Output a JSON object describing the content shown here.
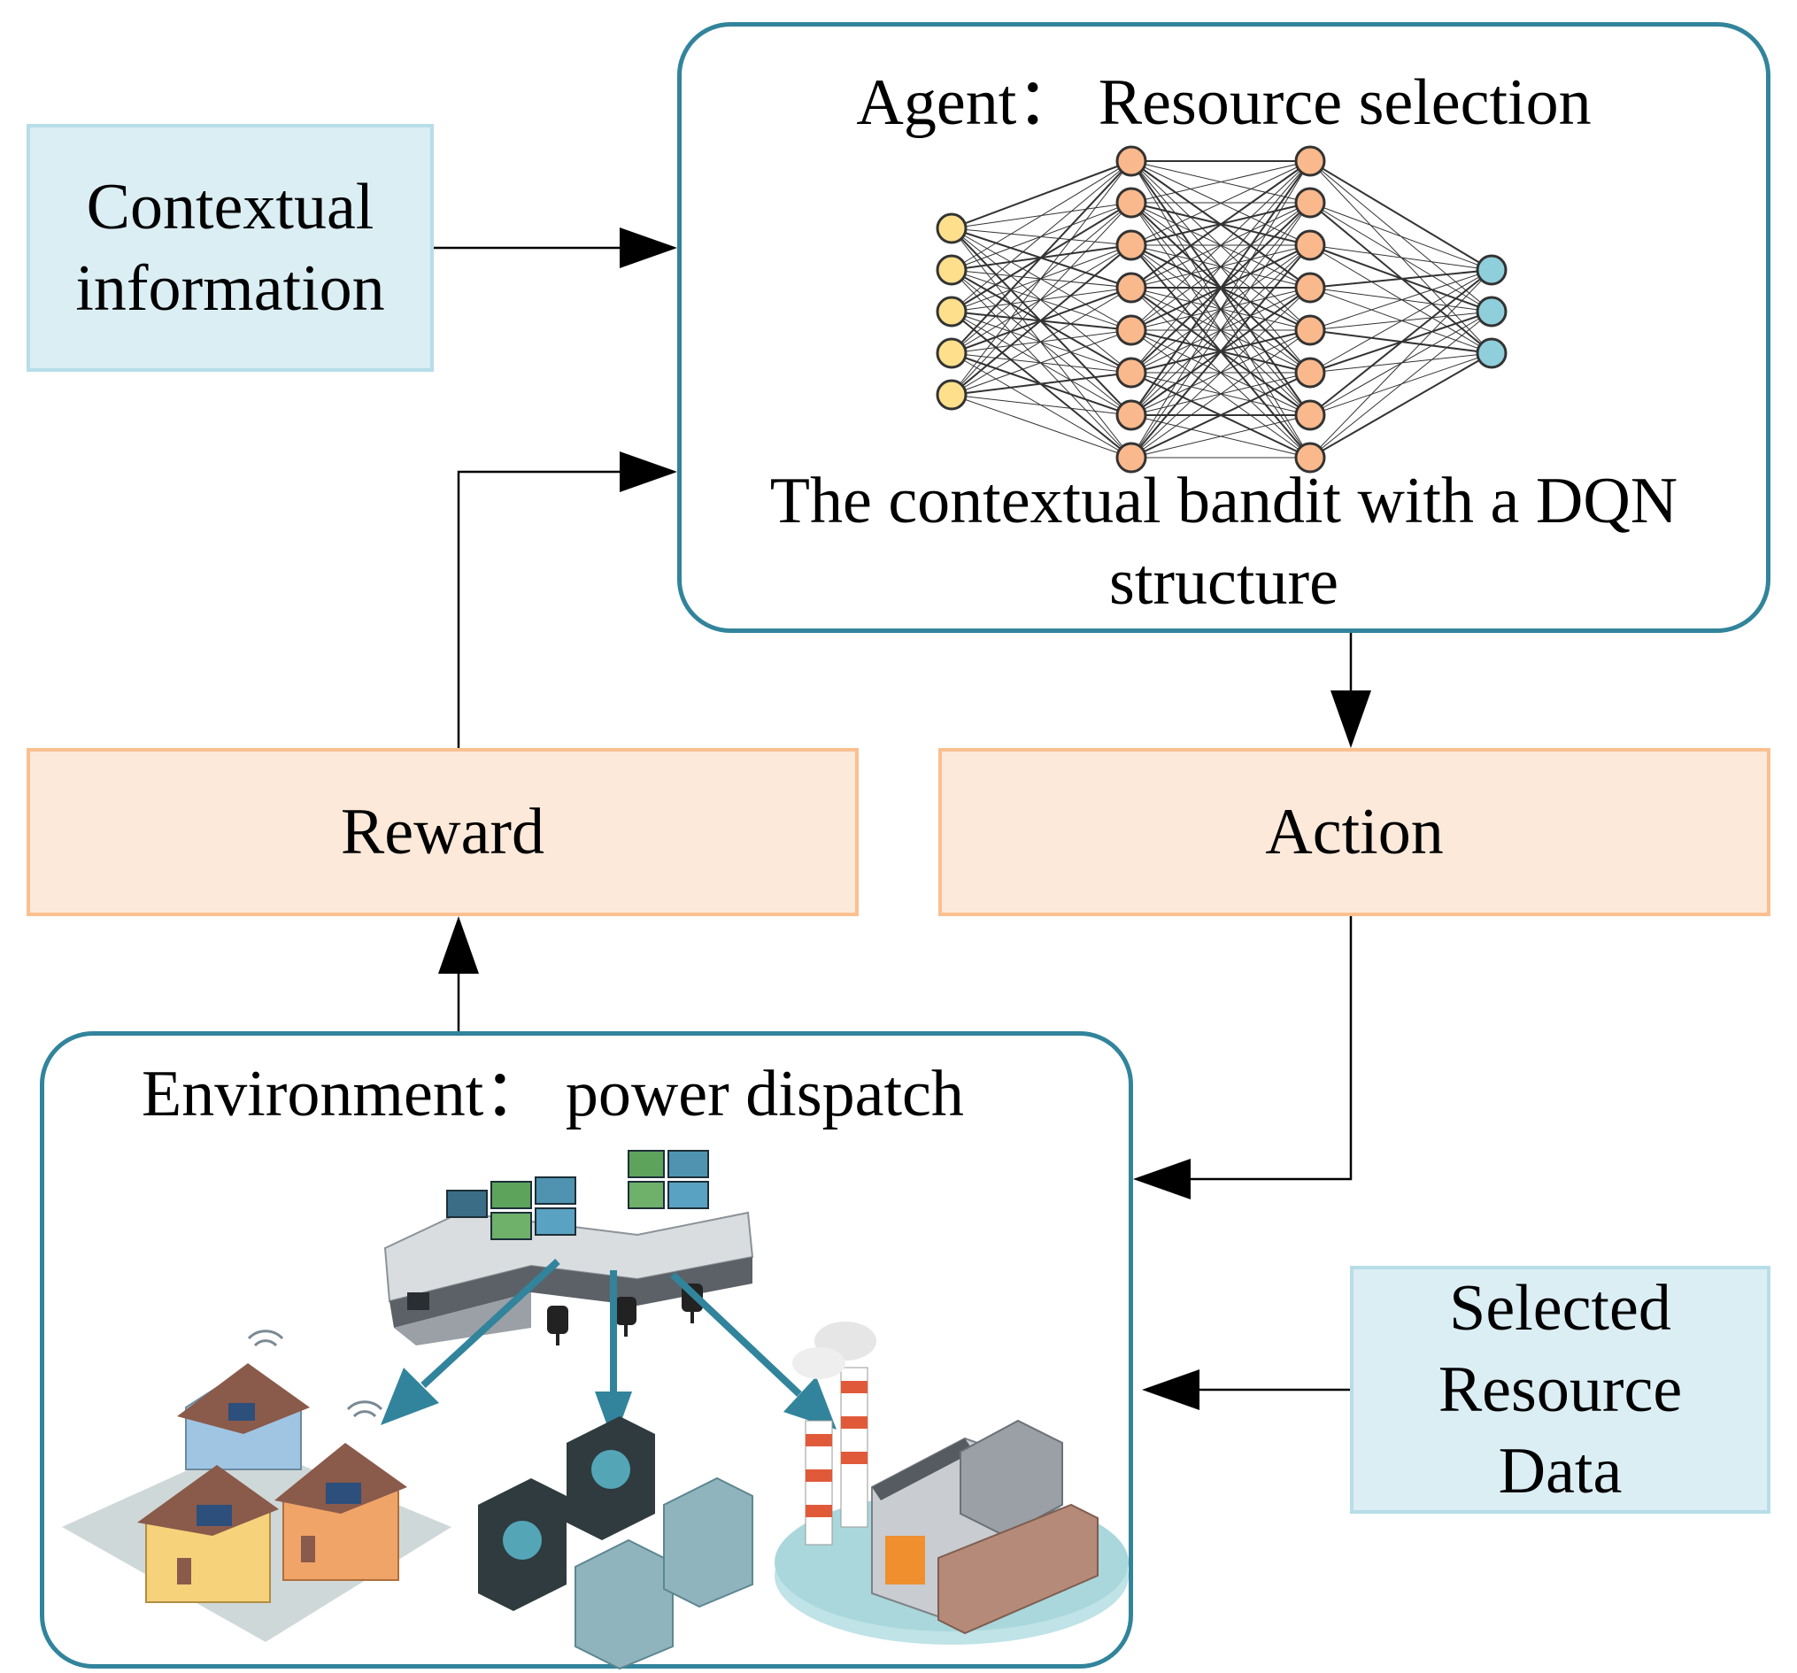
{
  "contextual": {
    "line1": "Contextual",
    "line2": "information"
  },
  "agent": {
    "title": "Agent： Resource selection",
    "caption_line1": "The contextual bandit with a DQN",
    "caption_line2": "structure",
    "network_layers": [
      5,
      8,
      8,
      3
    ]
  },
  "reward": {
    "label": "Reward"
  },
  "action": {
    "label": "Action"
  },
  "environment": {
    "title": "Environment： power dispatch"
  },
  "selected": {
    "line1": "Selected",
    "line2": "Resource",
    "line3": "Data"
  },
  "colors": {
    "frame": "#31849b",
    "blue_fill": "#dbeef4",
    "peach_fill": "#fde9d9",
    "peach_border": "#fac090",
    "input_node": "#fddf8c",
    "hidden_node": "#f9b98c",
    "output_node": "#8fcfdc",
    "dispatch_arrow": "#31849b"
  },
  "icons": [
    "control-center-icon",
    "solar-houses-icon",
    "generator-icon",
    "power-plant-icon"
  ]
}
